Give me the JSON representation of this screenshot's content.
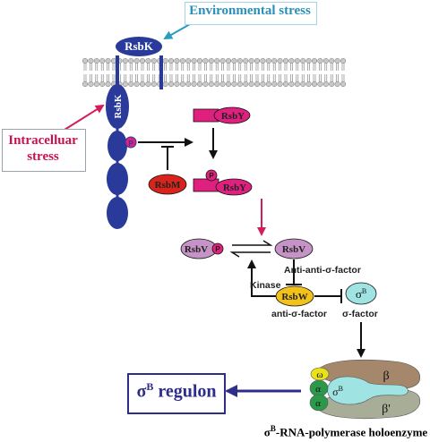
{
  "labels": {
    "environmental_stress": "Environmental stress",
    "intracellular_stress": "Intracelluar stress",
    "rsbk_top": "RsbK",
    "rsbk_side": "RsbK",
    "rsby": "RsbY",
    "rsbm": "RsbM",
    "rsbv_phos": "RsbV",
    "rsbv": "RsbV",
    "rsbw": "RsbW",
    "sigma_b": "σB",
    "phospho": "P",
    "anti_anti_sigma": "Anti-anti-σ-factor",
    "kinase": "Kinase",
    "anti_sigma": "anti-σ-factor",
    "sigma_factor": "σ-factor",
    "omega": "ω",
    "alpha1": "α",
    "alpha2": "α",
    "beta": "β",
    "beta_prime": "β'",
    "sigma_in_polymerase": "σB",
    "regulon_main": "σ",
    "regulon_sup": "B",
    "regulon_word": " regulon",
    "holoenzyme_main": "σ",
    "holoenzyme_sup": "B",
    "holoenzyme_rest": "-RNA-polymerase holoenzyme"
  },
  "colors": {
    "rsbk": "#2a3a9a",
    "membrane_head": "#c9c9c9",
    "rsby": "#e0207e",
    "rsbm": "#d8241c",
    "rsbv": "#c593c6",
    "rsbw": "#f2c21a",
    "sigma_b": "#9fe3e3",
    "beta": "#a5876c",
    "beta_prime": "#a8ad98",
    "alpha": "#2a9a4a",
    "omega": "#e8e21a",
    "env_arrow": "#2a9cc0",
    "intra_arrow": "#d41c5c",
    "regulon_arrow": "#2e2d8a"
  }
}
